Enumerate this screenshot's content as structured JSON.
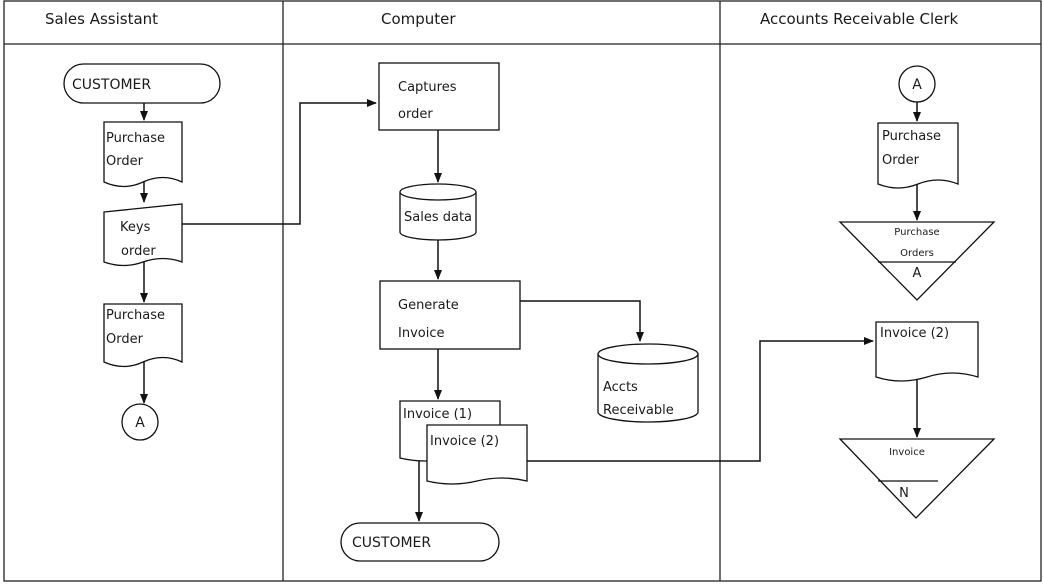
{
  "lanes": {
    "sales_assistant": "Sales Assistant",
    "computer": "Computer",
    "ar_clerk": "Accounts Receivable Clerk"
  },
  "sales": {
    "customer": "CUSTOMER",
    "po1_line1": "Purchase",
    "po1_line2": "Order",
    "keys_line1": "Keys",
    "keys_line2": "order",
    "po2_line1": "Purchase",
    "po2_line2": "Order",
    "connector": "A"
  },
  "computer": {
    "captures_line1": "Captures",
    "captures_line2": "order",
    "sales_data": "Sales data",
    "generate_line1": "Generate",
    "generate_line2": "Invoice",
    "accts_line1": "Accts",
    "accts_line2": "Receivable",
    "invoice1": "Invoice (1)",
    "invoice2": "Invoice (2)",
    "customer": "CUSTOMER"
  },
  "ar": {
    "connector": "A",
    "po_line1": "Purchase",
    "po_line2": "Order",
    "file1_line1": "Purchase",
    "file1_line2": "Orders",
    "file1_key": "A",
    "invoice2": "Invoice (2)",
    "file2_line1": "Invoice",
    "file2_key": "N"
  }
}
